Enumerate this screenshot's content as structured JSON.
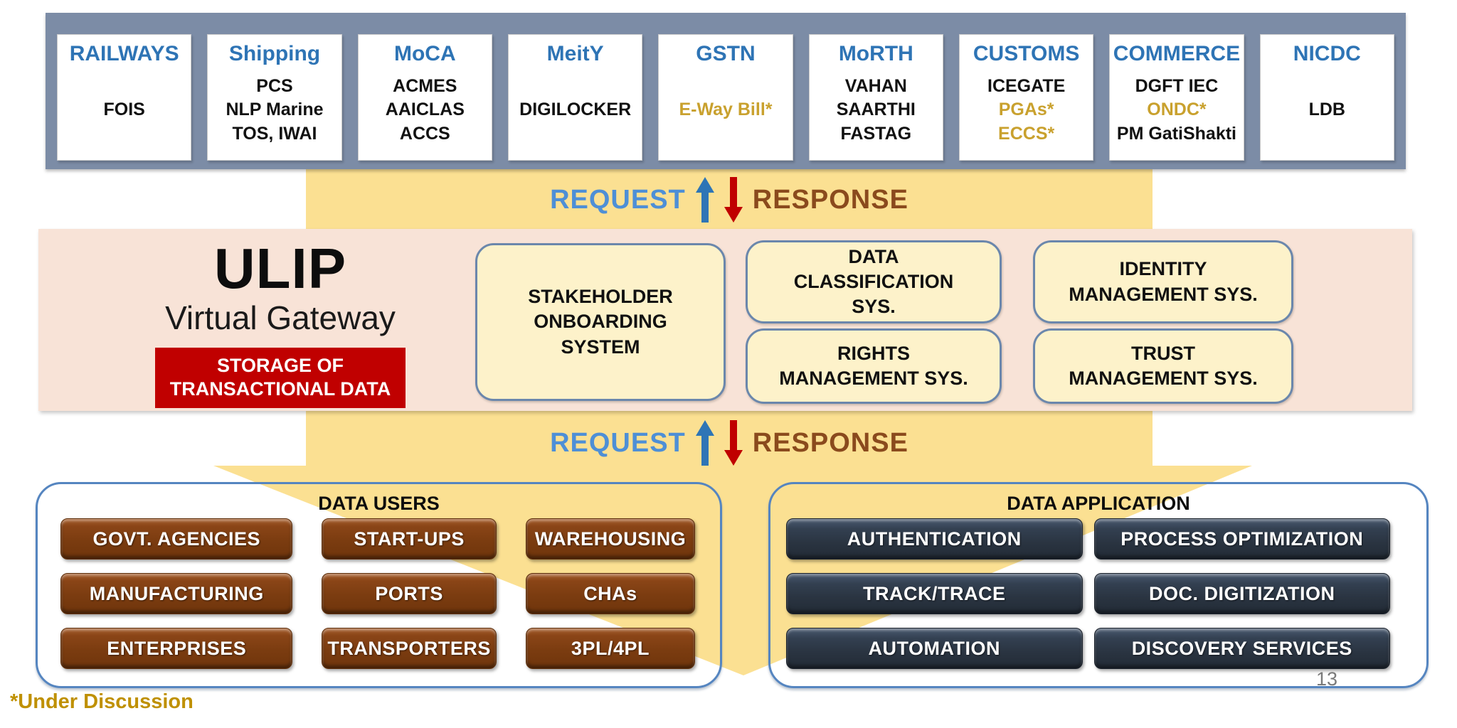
{
  "ministries": [
    {
      "title": "RAILWAYS",
      "items": [
        "FOIS"
      ]
    },
    {
      "title": "Shipping",
      "items": [
        "PCS",
        "NLP Marine",
        "TOS, IWAI"
      ]
    },
    {
      "title": "MoCA",
      "items": [
        "ACMES",
        "AAICLAS",
        "ACCS"
      ]
    },
    {
      "title": "MeitY",
      "items": [
        "DIGILOCKER"
      ]
    },
    {
      "title": "GSTN",
      "items": [
        "E-Way Bill*"
      ]
    },
    {
      "title": "MoRTH",
      "items": [
        "VAHAN",
        "SAARTHI",
        "FASTAG"
      ]
    },
    {
      "title": "CUSTOMS",
      "items": [
        "ICEGATE",
        "PGAs*",
        "ECCS*"
      ]
    },
    {
      "title": "COMMERCE",
      "items": [
        "DGFT IEC",
        "ONDC*",
        "PM GatiShakti"
      ]
    },
    {
      "title": "NICDC",
      "items": [
        "LDB"
      ]
    }
  ],
  "flow": {
    "request": "REQUEST",
    "response": "RESPONSE"
  },
  "gateway": {
    "title": "ULIP",
    "subtitle": "Virtual Gateway",
    "storage": "STORAGE OF TRANSACTIONAL DATA",
    "onboarding": "STAKEHOLDER ONBOARDING SYSTEM",
    "classification": "DATA CLASSIFICATION SYS.",
    "identity": "IDENTITY MANAGEMENT SYS.",
    "rights": "RIGHTS MANAGEMENT SYS.",
    "trust": "TRUST MANAGEMENT SYS."
  },
  "data_users": {
    "title": "DATA USERS",
    "items": [
      "GOVT. AGENCIES",
      "START-UPS",
      "WAREHOUSING",
      "MANUFACTURING",
      "PORTS",
      "CHAs",
      "ENTERPRISES",
      "TRANSPORTERS",
      "3PL/4PL"
    ]
  },
  "data_application": {
    "title": "DATA APPLICATION",
    "items": [
      "AUTHENTICATION",
      "PROCESS OPTIMIZATION",
      "TRACK/TRACE",
      "DOC. DIGITIZATION",
      "AUTOMATION",
      "DISCOVERY SERVICES"
    ]
  },
  "footnote": "*Under Discussion",
  "page_number": "13",
  "palette": {
    "band_gray": "#7C8CA6",
    "band_yellow": "#FBE092",
    "band_pink": "#F8E3D7",
    "title_blue": "#2E74B5",
    "gold_text": "#C9A12E",
    "storage_red": "#C00000",
    "module_cream": "#FDF2CA",
    "module_border": "#6B87AC",
    "users_brown": "#7B3C10",
    "apps_slate": "#2A3441",
    "container_border": "#5585C0",
    "request_blue": "#4E8FD6",
    "response_brown": "#8A4A1D",
    "arrow_blue": "#2E75B6",
    "arrow_red": "#C00000",
    "footnote_gold": "#BF9000"
  }
}
